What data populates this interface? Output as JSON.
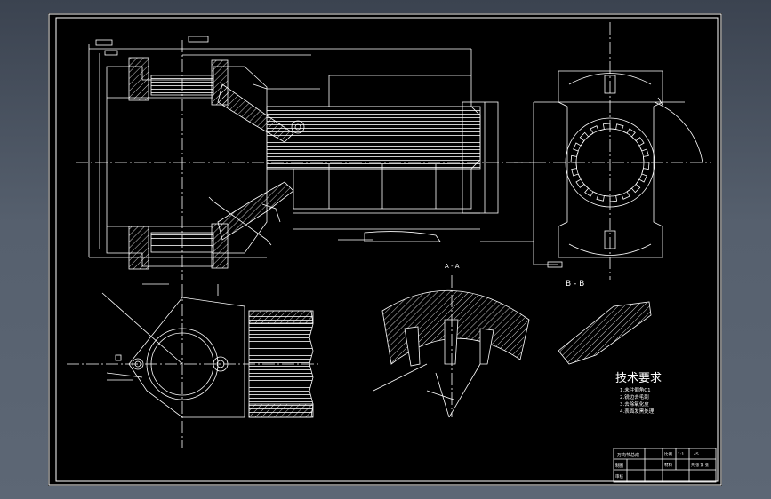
{
  "section_labels": {
    "aa": "A - A",
    "bb": "B - B"
  },
  "technical_requirements": {
    "title": "技术要求",
    "items": [
      "1.未注倒角C1",
      "2.锐边去毛刺",
      "3.去除氧化皮",
      "4.表面发黑处理"
    ]
  },
  "title_block": {
    "cells": [
      "万向节总成",
      "比例",
      "1:1",
      "材料",
      "45",
      "制图",
      "审核",
      "共 张 第 张"
    ]
  },
  "colors": {
    "background": "#000000",
    "line": "#ffffff",
    "hatch": "#ffffff",
    "frame": "#ffffff"
  }
}
